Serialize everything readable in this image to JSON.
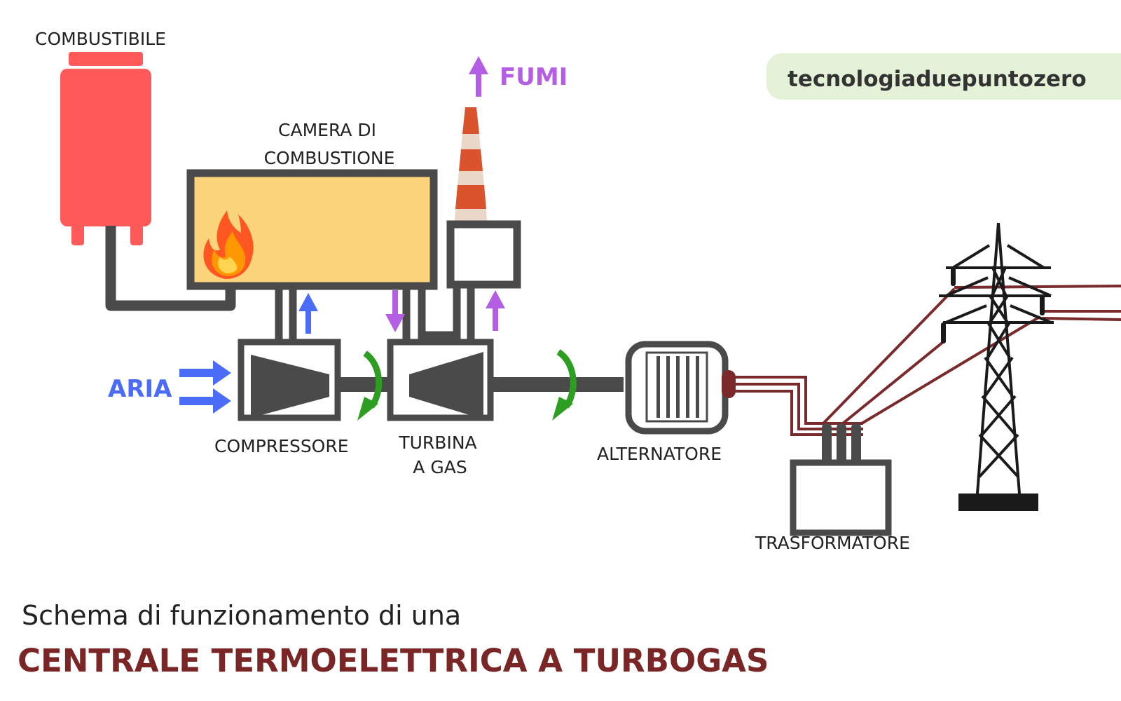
{
  "labels": {
    "fuel": "COMBUSTIBILE",
    "chamber_line1": "CAMERA  DI",
    "chamber_line2": "COMBUSTIONE",
    "fumes": "FUMI",
    "air": "ARIA",
    "compressor": "COMPRESSORE",
    "turbine_line1": "TURBINA",
    "turbine_line2": "A  GAS",
    "alternator": "ALTERNATORE",
    "transformer": "TRASFORMATORE"
  },
  "brand": "tecnologiaduepuntozero",
  "subtitle": "Schema di funzionamento di una",
  "title": "CENTRALE  TERMOELETTRICA A TURBOGAS",
  "colors": {
    "fuel_tank": "#ff5a5a",
    "chamber_fill": "#fcd47c",
    "frame": "#4a4a4a",
    "air": "#4a6cf7",
    "fumes": "#b45ee6",
    "rotation": "#2e9e22",
    "power_line": "#7a2a2a",
    "title": "#7a2626",
    "brand_bg": "#e4f2d8",
    "chimney_red": "#d9532c",
    "chimney_light": "#ead7c8"
  },
  "icons": [
    "flame-icon",
    "rotation-arrow-icon",
    "flow-arrow-icon",
    "pylon-icon"
  ]
}
